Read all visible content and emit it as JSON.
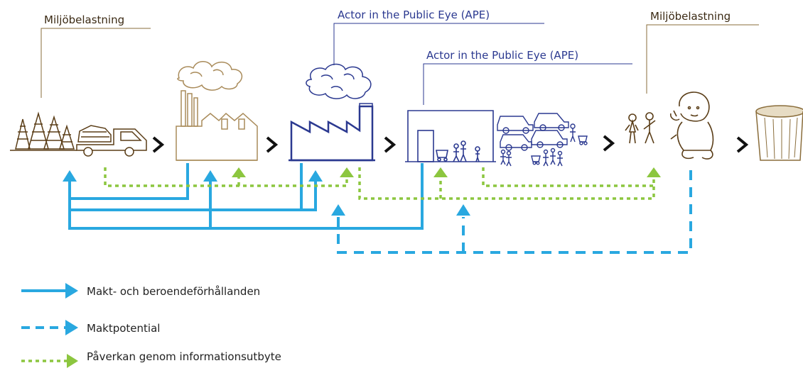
{
  "labels": {
    "miljo_left": "Miljöbelastning",
    "miljo_right": "Miljöbelastning",
    "ape_top": "Actor in the Public Eye (APE)",
    "ape_lower": "Actor in the Public Eye (APE)"
  },
  "stages": [
    "forest-and-truck",
    "sawmill",
    "factory",
    "retail-store",
    "consumers",
    "waste-bin"
  ],
  "legend": {
    "solid": "Makt- och beroendeförhållanden",
    "dashed": "Maktpotential",
    "dotted": "Påverkan genom informationsutbyte"
  },
  "colors": {
    "power": "#29a8e0",
    "info": "#8cc63f",
    "brown": "#8a6d3b",
    "navy": "#2b3990",
    "chevron": "#111111"
  }
}
